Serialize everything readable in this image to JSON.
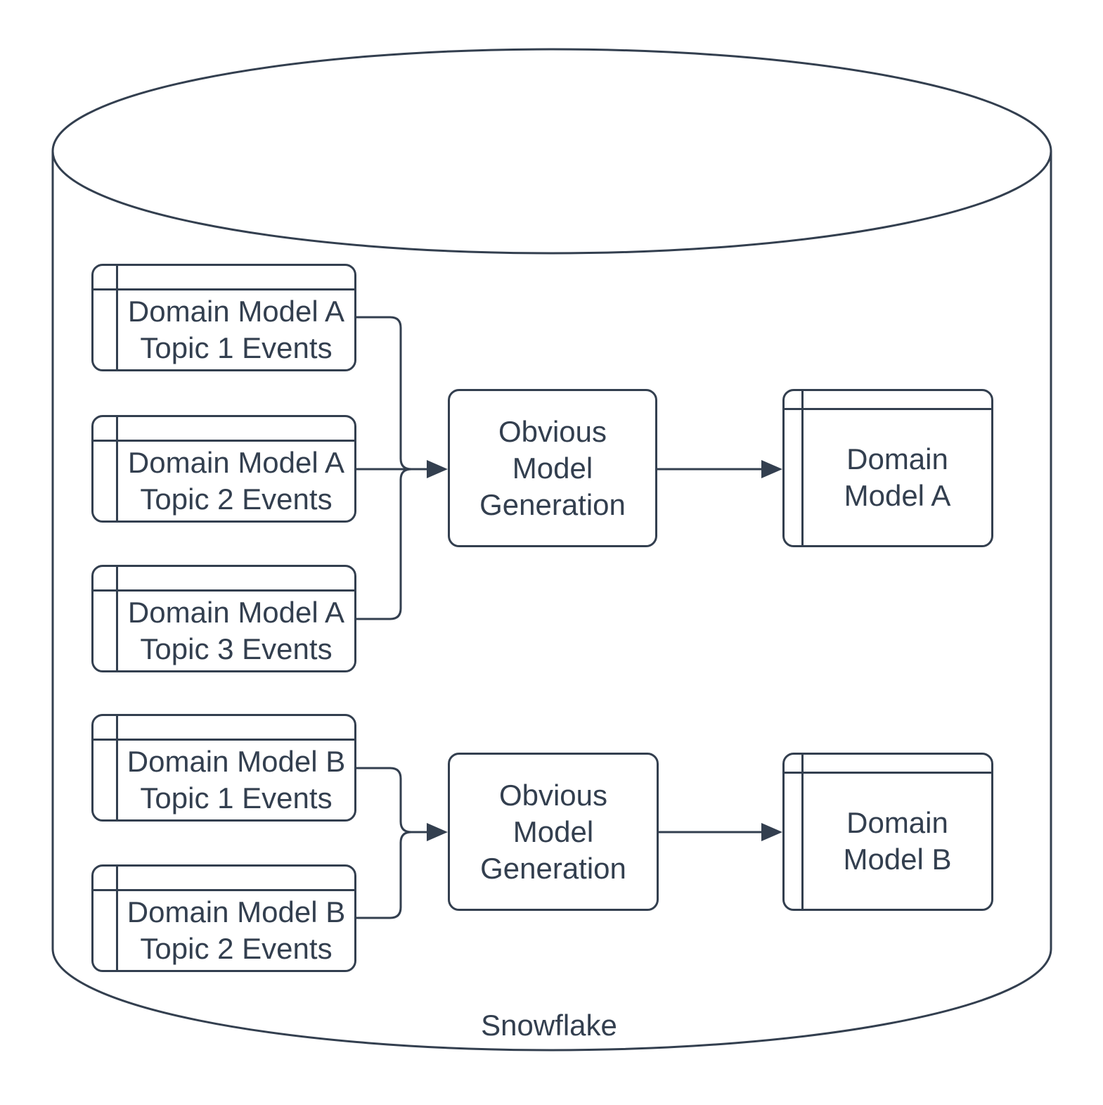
{
  "diagram": {
    "title": "Snowflake domain model generation diagram",
    "container_label": "Snowflake",
    "stroke_color": "#333f4f",
    "text_color": "#333f4f",
    "background_color": "#ffffff"
  },
  "nodes": {
    "topic_a1": {
      "type": "table",
      "line1": "Domain Model A",
      "line2": "Topic 1 Events"
    },
    "topic_a2": {
      "type": "table",
      "line1": "Domain Model A",
      "line2": "Topic 2 Events"
    },
    "topic_a3": {
      "type": "table",
      "line1": "Domain Model A",
      "line2": "Topic 3 Events"
    },
    "topic_b1": {
      "type": "table",
      "line1": "Domain Model B",
      "line2": "Topic 1 Events"
    },
    "topic_b2": {
      "type": "table",
      "line1": "Domain Model B",
      "line2": "Topic 2 Events"
    },
    "process_a": {
      "type": "process",
      "line1": "Obvious",
      "line2": "Model",
      "line3": "Generation"
    },
    "process_b": {
      "type": "process",
      "line1": "Obvious",
      "line2": "Model",
      "line3": "Generation"
    },
    "model_a": {
      "type": "table",
      "line1": "Domain",
      "line2": "Model A"
    },
    "model_b": {
      "type": "table",
      "line1": "Domain",
      "line2": "Model B"
    }
  },
  "edges": [
    {
      "from": "topic_a1",
      "to": "process_a"
    },
    {
      "from": "topic_a2",
      "to": "process_a"
    },
    {
      "from": "topic_a3",
      "to": "process_a"
    },
    {
      "from": "process_a",
      "to": "model_a"
    },
    {
      "from": "topic_b1",
      "to": "process_b"
    },
    {
      "from": "topic_b2",
      "to": "process_b"
    },
    {
      "from": "process_b",
      "to": "model_b"
    }
  ]
}
